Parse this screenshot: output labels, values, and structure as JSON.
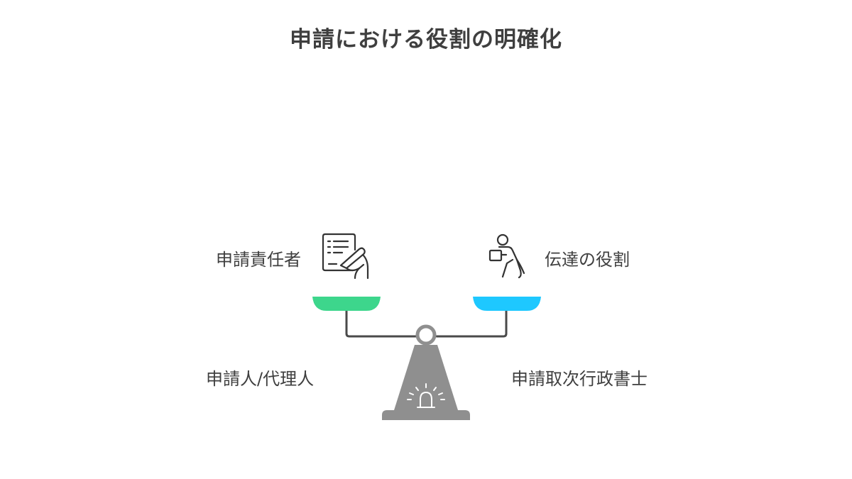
{
  "title": "申請における役割の明確化",
  "left": {
    "top_label": "申請責任者",
    "bottom_label": "申請人/代理人",
    "icon": "document-signing-icon",
    "color": "#3dd68c"
  },
  "right": {
    "top_label": "伝達の役割",
    "bottom_label": "申請取次行政書士",
    "icon": "delivery-person-icon",
    "color": "#1ec8ff"
  },
  "base": {
    "icon": "alarm-light-icon",
    "color": "#8f8f8f"
  }
}
